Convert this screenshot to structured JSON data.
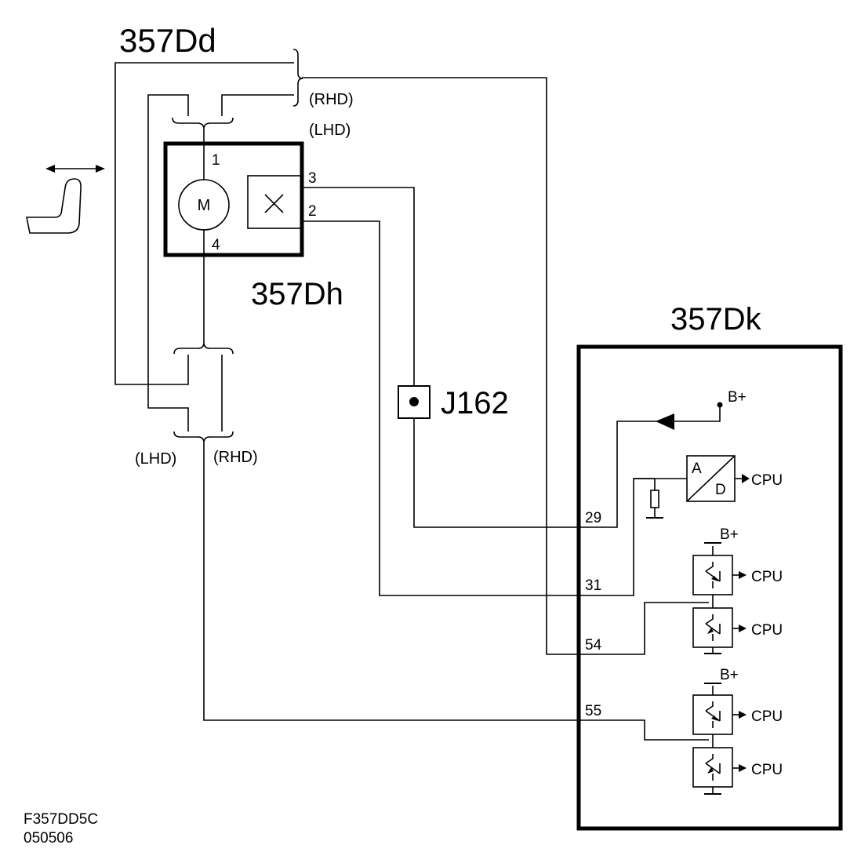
{
  "components": {
    "connector": "357Dd",
    "motor_unit": "357Dh",
    "control_module": "357Dk",
    "junction": "J162"
  },
  "variants": {
    "rhd_top": "(RHD)",
    "lhd_top": "(LHD)",
    "lhd_bottom": "(LHD)",
    "rhd_bottom": "(RHD)"
  },
  "motor": {
    "symbol": "M",
    "pin_top": "1",
    "pin_bottom": "4",
    "sensor_pin_top": "3",
    "sensor_pin_bottom": "2"
  },
  "module_pins": [
    "29",
    "31",
    "54",
    "55"
  ],
  "module_labels": {
    "supply_1": "B+",
    "supply_2": "B+",
    "supply_3": "B+",
    "adc_a": "A",
    "adc_d": "D",
    "cpu_adc": "CPU",
    "cpu_1": "CPU",
    "cpu_2": "CPU",
    "cpu_3": "CPU",
    "cpu_4": "CPU"
  },
  "footer": {
    "figure_code": "F357DD5C",
    "date_code": "050506"
  }
}
